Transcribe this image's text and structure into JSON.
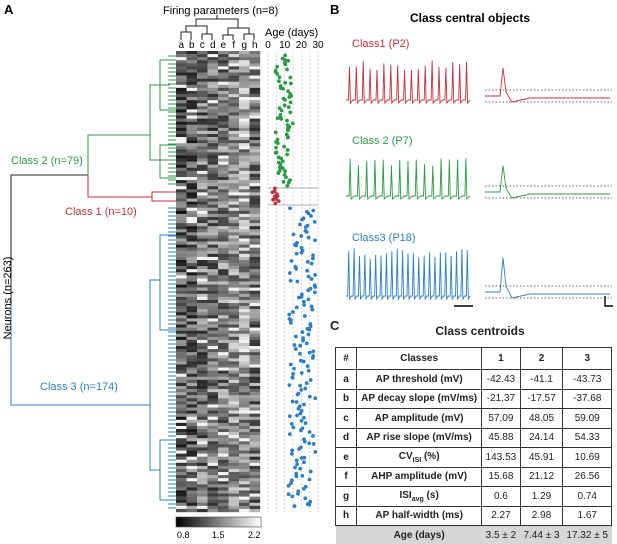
{
  "panels": {
    "a": "A",
    "b": "B",
    "c": "C"
  },
  "panel_a": {
    "firing_title": "Firing parameters (n=8)",
    "params": [
      "a",
      "b",
      "c",
      "d",
      "e",
      "f",
      "g",
      "h"
    ],
    "age_title": "Age (days)",
    "age_ticks": [
      "0",
      "10",
      "20",
      "30"
    ],
    "neurons_label": "Neurons (n=263)",
    "class2": "Class 2 (n=79)",
    "class1": "Class 1 (n=10)",
    "class3": "Class 3 (n=174)",
    "colorbar_ticks": [
      "0.8",
      "1.5",
      "2.2"
    ],
    "colors": {
      "class1": "#c0323f",
      "class2": "#2e9a47",
      "class3": "#2f7fc1"
    }
  },
  "panel_b": {
    "title": "Class central objects",
    "traces": [
      {
        "label": "Class1 (P2)",
        "color": "#c0323f"
      },
      {
        "label": "Class 2 (P7)",
        "color": "#2e9a47"
      },
      {
        "label": "Class3 (P18)",
        "color": "#2f7fc1"
      }
    ]
  },
  "panel_c": {
    "title": "Class centroids",
    "headers": [
      "#",
      "Classes",
      "1",
      "2",
      "3"
    ],
    "rows": [
      {
        "id": "a",
        "name": "AP threshold (mV)",
        "v1": "-42.43",
        "v2": "-41.1",
        "v3": "-43.73"
      },
      {
        "id": "b",
        "name": "AP decay slope (mV/ms)",
        "v1": "-21.37",
        "v2": "-17.57",
        "v3": "-37.68"
      },
      {
        "id": "c",
        "name": "AP amplitude (mV)",
        "v1": "57.09",
        "v2": "48.05",
        "v3": "59.09"
      },
      {
        "id": "d",
        "name": "AP rise slope (mV/ms)",
        "v1": "45.88",
        "v2": "24.14",
        "v3": "54.33"
      },
      {
        "id": "e",
        "name_main": "CV",
        "name_sub": "ISI",
        "name_tail": " (%)",
        "v1": "143.53",
        "v2": "45.91",
        "v3": "10.69"
      },
      {
        "id": "f",
        "name": "AHP amplitude (mV)",
        "v1": "15.68",
        "v2": "21.12",
        "v3": "26.56"
      },
      {
        "id": "g",
        "name_main": "ISI",
        "name_sub": "avg",
        "name_tail": " (s)",
        "v1": "0.6",
        "v2": "1.29",
        "v3": "0.74"
      },
      {
        "id": "h",
        "name": "AP half-width (ms)",
        "v1": "2.27",
        "v2": "2.98",
        "v3": "1.67"
      }
    ],
    "footer": {
      "name": "Age (days)",
      "v1": "3.5 ± 2",
      "v2": "7.44 ± 3",
      "v3": "17.32 ± 5"
    }
  }
}
